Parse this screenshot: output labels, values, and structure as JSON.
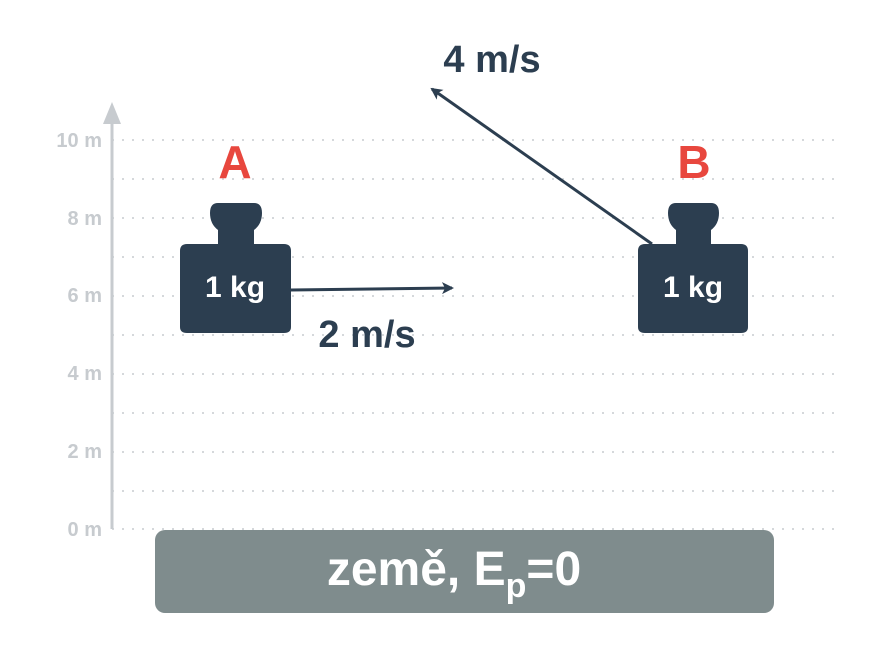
{
  "axis": {
    "unit": "m",
    "ticks": [
      "0 m",
      "2 m",
      "4 m",
      "6 m",
      "8 m",
      "10 m"
    ],
    "max": 10,
    "min": 0,
    "axis_color": "#c7cbcf",
    "grid_color": "#d5d8db"
  },
  "objects": [
    {
      "name": "A",
      "mass_label": "1 kg",
      "height_m": 6,
      "velocity_label": "2 m/s",
      "velocity_direction": "horizontal right"
    },
    {
      "name": "B",
      "mass_label": "1 kg",
      "height_m": 6,
      "velocity_label": "4 m/s",
      "velocity_direction": "up-left diagonal"
    }
  ],
  "ground": {
    "text_main": "země, E",
    "text_sub": "p",
    "text_tail": "=0",
    "color": "#7f8c8d"
  },
  "colors": {
    "weight": "#2c3e50",
    "letter": "#e8473e",
    "arrow": "#2c3e50"
  }
}
